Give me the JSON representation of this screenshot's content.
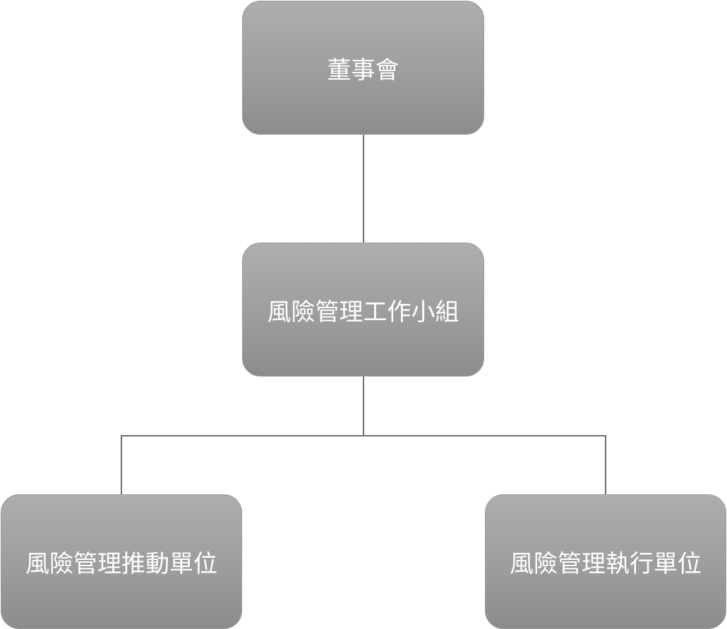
{
  "diagram": {
    "nodes": {
      "board": {
        "label": "董事會"
      },
      "workgroup": {
        "label": "風險管理工作小組"
      },
      "promotion": {
        "label": "風險管理推動單位"
      },
      "execution": {
        "label": "風險管理執行單位"
      }
    },
    "edges": [
      {
        "from": "board",
        "to": "workgroup"
      },
      {
        "from": "workgroup",
        "to": "promotion"
      },
      {
        "from": "workgroup",
        "to": "execution"
      }
    ]
  },
  "colors": {
    "box_top": "#aeaeae",
    "box_bottom": "#8c8c8c",
    "text": "#ffffff",
    "connector": "#6e6e6e"
  }
}
